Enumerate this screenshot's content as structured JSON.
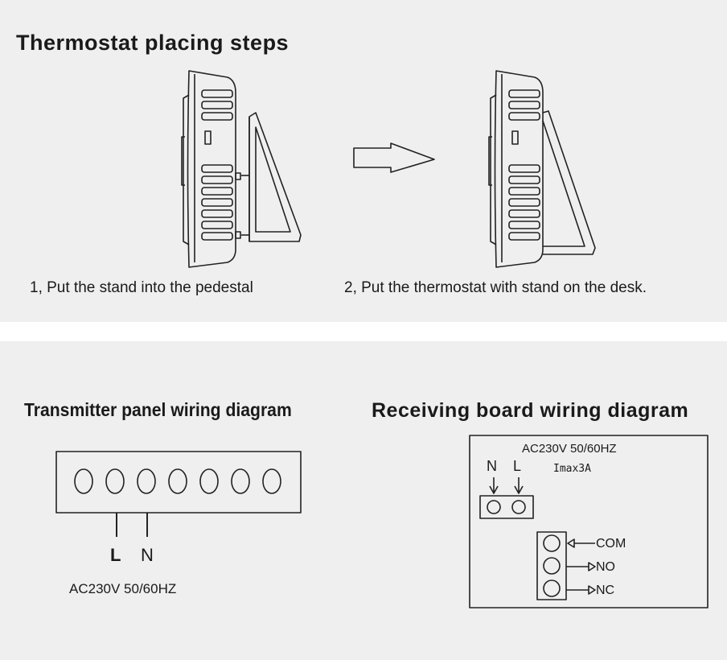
{
  "placing": {
    "title": "Thermostat placing steps",
    "step1": "1, Put the stand into the pedestal",
    "step2": "2, Put the thermostat with stand on the desk."
  },
  "transmitter": {
    "title": "Transmitter panel wiring diagram",
    "terminal_count": 7,
    "wire_L": "L",
    "wire_N": "N",
    "power": "AC230V 50/60HZ"
  },
  "receiver": {
    "title": "Receiving board wiring diagram",
    "power": "AC230V 50/60HZ",
    "current": "Imax3A",
    "input_N": "N",
    "input_L": "L",
    "com": "COM",
    "no": "NO",
    "nc": "NC"
  },
  "colors": {
    "background": "#efefef",
    "line": "#222222",
    "divider": "#ffffff"
  }
}
